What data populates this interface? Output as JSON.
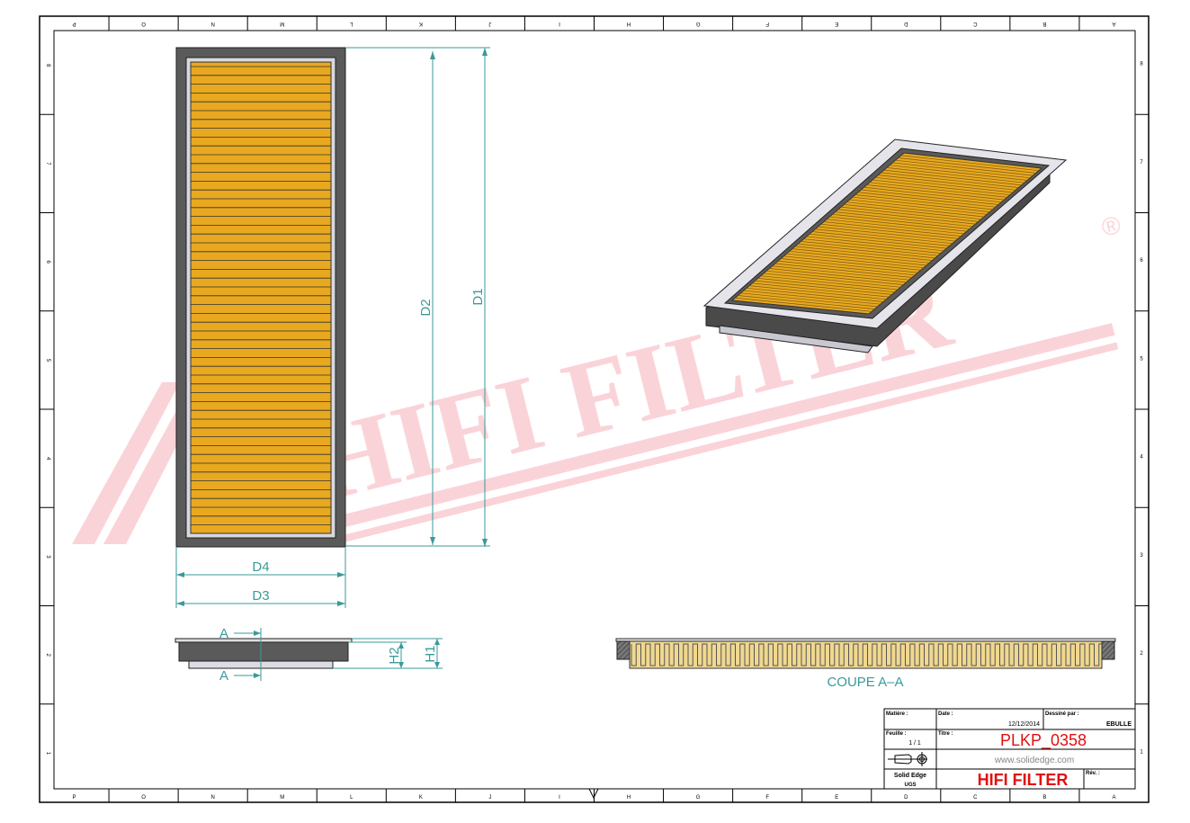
{
  "drawing": {
    "front_view": {
      "dimensions": [
        "D1",
        "D2",
        "D3",
        "D4"
      ]
    },
    "side_view": {
      "dimensions": [
        "H1",
        "H2"
      ],
      "section_marker": "A"
    },
    "section_view": {
      "label": "COUPE A–A"
    },
    "watermark": {
      "text": "HIFI FILTER",
      "registered": "®",
      "color": "#f5a0a8"
    },
    "colors": {
      "media": "#e8a820",
      "frame": "#5a5a5a",
      "dimension": "#3a9a9a",
      "title_red": "#e01010"
    }
  },
  "border": {
    "columns": [
      "P",
      "O",
      "N",
      "M",
      "L",
      "K",
      "J",
      "I",
      "H",
      "G",
      "F",
      "E",
      "D",
      "C",
      "B",
      "A"
    ],
    "rows": [
      "8",
      "7",
      "6",
      "5",
      "4",
      "3",
      "2",
      "1"
    ]
  },
  "title_block": {
    "matiere_label": "Matière :",
    "date_label": "Date :",
    "date_value": "12/12/2014",
    "dessine_label": "Dessiné par :",
    "dessine_value": "EBULLE",
    "feuille_label": "Feuille :",
    "feuille_value": "1 / 1",
    "titre_label": "Titre :",
    "titre_value": "PLKP_0358",
    "website": "www.solidedge.com",
    "software": "Solid Edge",
    "units": "UGS",
    "company": "HIFI FILTER",
    "rev_label": "Rév. :"
  }
}
